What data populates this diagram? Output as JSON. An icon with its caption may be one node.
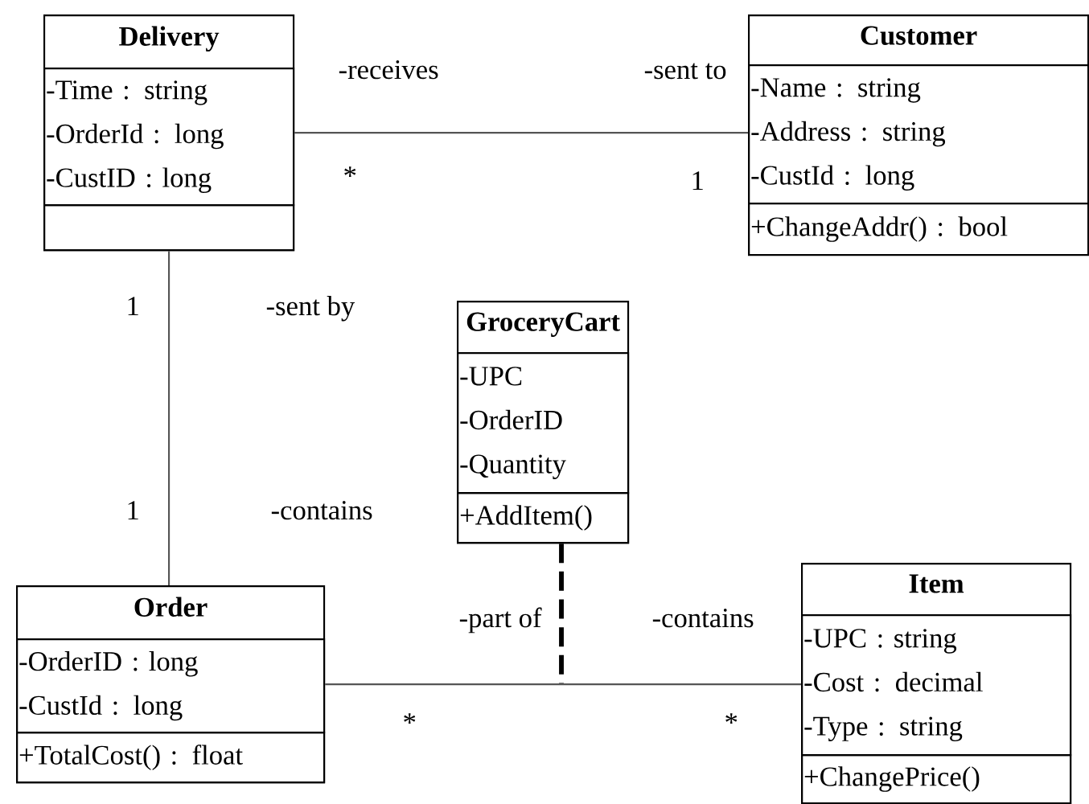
{
  "diagram": {
    "nodes": [
      {
        "text": [
          "Delivery"
        ]
      },
      {
        "text": [
          "-Time : string",
          "-OrderId : long",
          "-CustID : long"
        ],
        "in": 0
      },
      {
        "text": [],
        "shape": "box",
        "in": 0
      },
      {
        "text": [
          "Customer"
        ]
      },
      {
        "text": [
          "-Name : string",
          "-Address : string",
          "-CustId : long"
        ],
        "in": 3
      },
      {
        "text": [
          "+ChangeAddr() : bool"
        ],
        "in": 3
      },
      {
        "text": [
          "GroceryCart"
        ]
      },
      {
        "text": [
          "-UPC",
          "-OrderID",
          "-Quantity"
        ],
        "in": 6
      },
      {
        "text": [
          "+AddItem()"
        ],
        "in": 6
      },
      {
        "text": [
          "Order"
        ]
      },
      {
        "text": [
          "-OrderID : long",
          "-CustId : long"
        ],
        "in": 9
      },
      {
        "text": [
          "+TotalCost() : float"
        ],
        "in": 9
      },
      {
        "text": [
          "Item"
        ]
      },
      {
        "text": [
          "-UPC : string",
          "-Cost : decimal",
          "-Type : string"
        ],
        "in": 12
      },
      {
        "text": [
          "+ChangePrice()"
        ],
        "in": 12
      }
    ],
    "edges": [
      {
        "from": 0,
        "to": 3,
        "arrow": "none"
      },
      {
        "from": 0,
        "to": 9,
        "arrow": "none"
      },
      {
        "from": 9,
        "to": 12,
        "arrow": "none"
      },
      {
        "from": 6,
        "to": null,
        "arrow": "none",
        "style": "dashed"
      }
    ],
    "labels": [
      "-receives",
      "-sent to",
      "*",
      "1",
      "1",
      "-sent by",
      "1",
      "-contains",
      "-part of",
      "-contains",
      "*",
      "*"
    ]
  }
}
